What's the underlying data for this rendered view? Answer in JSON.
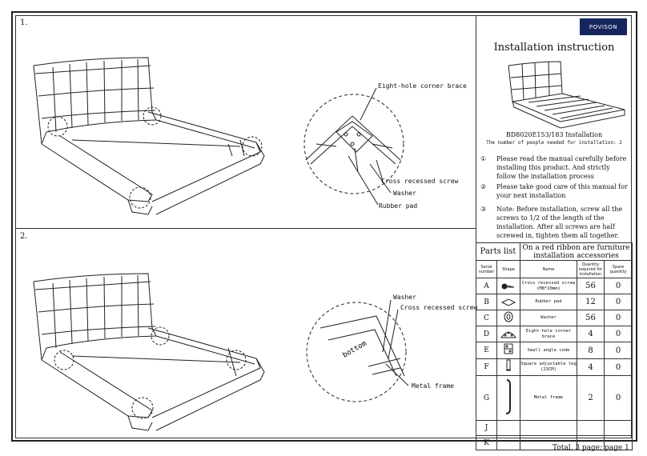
{
  "steps": [
    {
      "number": "1.",
      "callouts": [
        "Eight-hole corner brace",
        "Cross recessed screw",
        "Washer",
        "Rubber pad"
      ]
    },
    {
      "number": "2.",
      "callouts": [
        "Washer",
        "Cross recessed screw",
        "Metal frame",
        "bottom"
      ]
    }
  ],
  "brand": {
    "logo_text": "POVISON",
    "color": "#17255e"
  },
  "title": "Installation instruction",
  "model": "BD8020E153/183 Installation",
  "people_needed": "The number of people needed for installation: 2",
  "notes": [
    {
      "mark": "①",
      "text": "Please read the manual carefully before installing this product. And strictly follow the installation process"
    },
    {
      "mark": "②",
      "text": "Please take good care of this manual for your next installation"
    },
    {
      "mark": "③",
      "text": "Note: Before installation, screw all the screws to 1/2 of the length of the installation. After all screws are half screwed in, tighten them all together."
    }
  ],
  "parts": {
    "header_left": "Parts list",
    "header_right": "On a red ribbon are furniture installation accessories",
    "columns": [
      "Serial number",
      "Shape",
      "Name",
      "Quantity required for installation",
      "Spare quantity"
    ],
    "rows": [
      {
        "serial": "A",
        "shape": "screw-icon",
        "name": "Cross recessed screw (M8*20mm)",
        "qty": "56",
        "spare": "0"
      },
      {
        "serial": "B",
        "shape": "rubber-pad-icon",
        "name": "Rubber pad",
        "qty": "12",
        "spare": "0"
      },
      {
        "serial": "C",
        "shape": "washer-icon",
        "name": "Washer",
        "qty": "56",
        "spare": "0"
      },
      {
        "serial": "D",
        "shape": "corner-brace-icon",
        "name": "Eight-hole corner brace",
        "qty": "4",
        "spare": "0"
      },
      {
        "serial": "E",
        "shape": "angle-code-icon",
        "name": "Small angle code",
        "qty": "8",
        "spare": "0"
      },
      {
        "serial": "F",
        "shape": "leg-icon",
        "name": "Square adjustable leg (23CM)",
        "qty": "4",
        "spare": "0"
      },
      {
        "serial": "G",
        "shape": "metal-frame-icon",
        "name": "Metal frame",
        "qty": "2",
        "spare": "0"
      },
      {
        "serial": "J",
        "shape": "",
        "name": "",
        "qty": "",
        "spare": ""
      },
      {
        "serial": "K",
        "shape": "",
        "name": "",
        "qty": "",
        "spare": ""
      }
    ]
  },
  "footer": "Total, 3 page; page 1"
}
